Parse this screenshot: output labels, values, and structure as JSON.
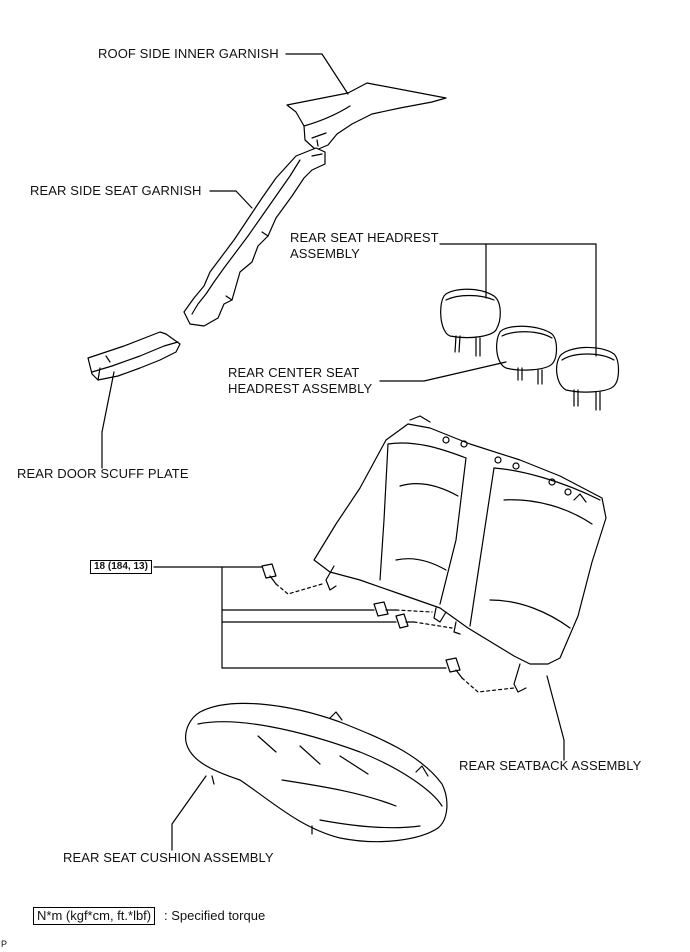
{
  "labels": {
    "roof_side_inner_garnish": "ROOF SIDE INNER GARNISH",
    "rear_side_seat_garnish": "REAR SIDE SEAT GARNISH",
    "rear_seat_headrest_line1": "REAR SEAT HEADREST",
    "rear_seat_headrest_line2": "ASSEMBLY",
    "rear_center_headrest_line1": "REAR CENTER SEAT",
    "rear_center_headrest_line2": "HEADREST ASSEMBLY",
    "rear_door_scuff_plate": "REAR DOOR SCUFF PLATE",
    "rear_seatback_assembly": "REAR SEATBACK ASSEMBLY",
    "rear_seat_cushion_assembly": "REAR SEAT CUSHION ASSEMBLY"
  },
  "torque": {
    "value": "18 (184, 13)"
  },
  "legend": {
    "unit_box": "N*m (kgf*cm, ft.*lbf)",
    "description": ": Specified torque"
  },
  "corner_code": "P"
}
